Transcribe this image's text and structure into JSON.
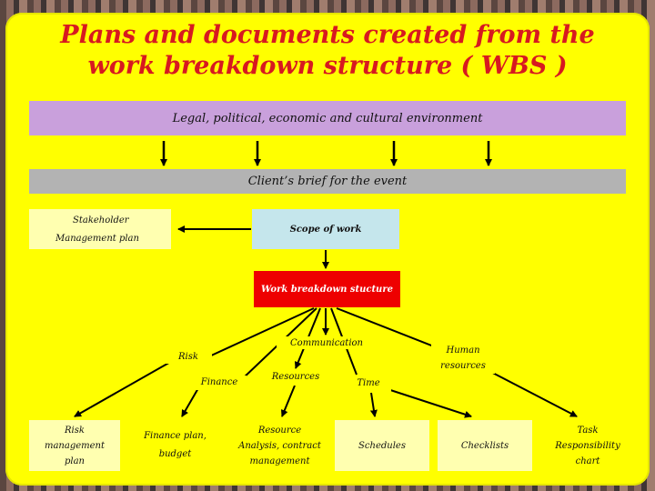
{
  "title": {
    "line1": "Plans and documents created from the",
    "line2": "work breakdown structure ( WBS )"
  },
  "nodes": {
    "legal": "Legal, political, economic and cultural environment",
    "brief": "Client’s brief for the event",
    "stakeholder_line1": "Stakeholder",
    "stakeholder_line2": "Management plan",
    "scope": "Scope of work",
    "wbs": "Work breakdown stucture",
    "communication": "Communication",
    "human_line1": "Human",
    "human_line2": "resources",
    "risk": "Risk",
    "finance": "Finance",
    "resources": "Resources",
    "time": "Time"
  },
  "outputs": {
    "risk_plan": [
      "Risk",
      "management",
      "plan"
    ],
    "finance_plan": [
      "Finance plan,",
      "budget"
    ],
    "resource": [
      "Resource",
      "Analysis, contract",
      "management"
    ],
    "schedules": "Schedules",
    "checklists": "Checklists",
    "task": [
      "Task",
      "Responsibility",
      "chart"
    ]
  },
  "colors": {
    "background": "#ffff00",
    "title": "#d71920",
    "legal": "#c9a0dc",
    "brief": "#b3b3b3",
    "stakeholder": "#ffffb0",
    "scope": "#c5e6ec",
    "wbs": "#ee0000",
    "outputs": "#ffffb0"
  }
}
